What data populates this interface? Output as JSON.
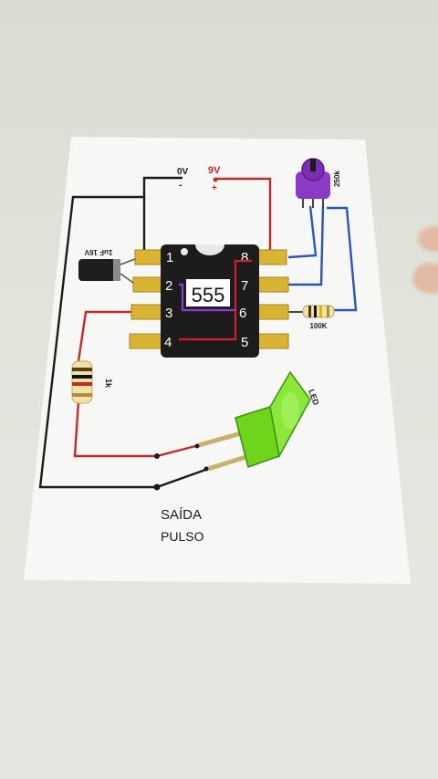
{
  "supply": {
    "negative": "0V",
    "negative_sign": "-",
    "positive": "9V",
    "positive_sign": "+"
  },
  "chip": {
    "label": "555",
    "pins": [
      "1",
      "2",
      "3",
      "4",
      "5",
      "6",
      "7",
      "8"
    ]
  },
  "components": {
    "capacitor": "1uF 16V",
    "potentiometer": "250k",
    "resistor_fixed": "100K",
    "resistor_left": "1k",
    "led": "LED"
  },
  "output": {
    "line1": "SAÍDA",
    "line2": "PULSO"
  },
  "colors": {
    "paper": "#f7f7f5",
    "chip": "#1c1c1c",
    "pin_gold": "#d9b332",
    "wire_black": "#1b1b1b",
    "wire_red": "#c62828",
    "wire_blue": "#2b53b8",
    "wire_purple": "#7b2fc2",
    "led_green": "#7be02a",
    "pot_purple": "#8a3ac4"
  }
}
